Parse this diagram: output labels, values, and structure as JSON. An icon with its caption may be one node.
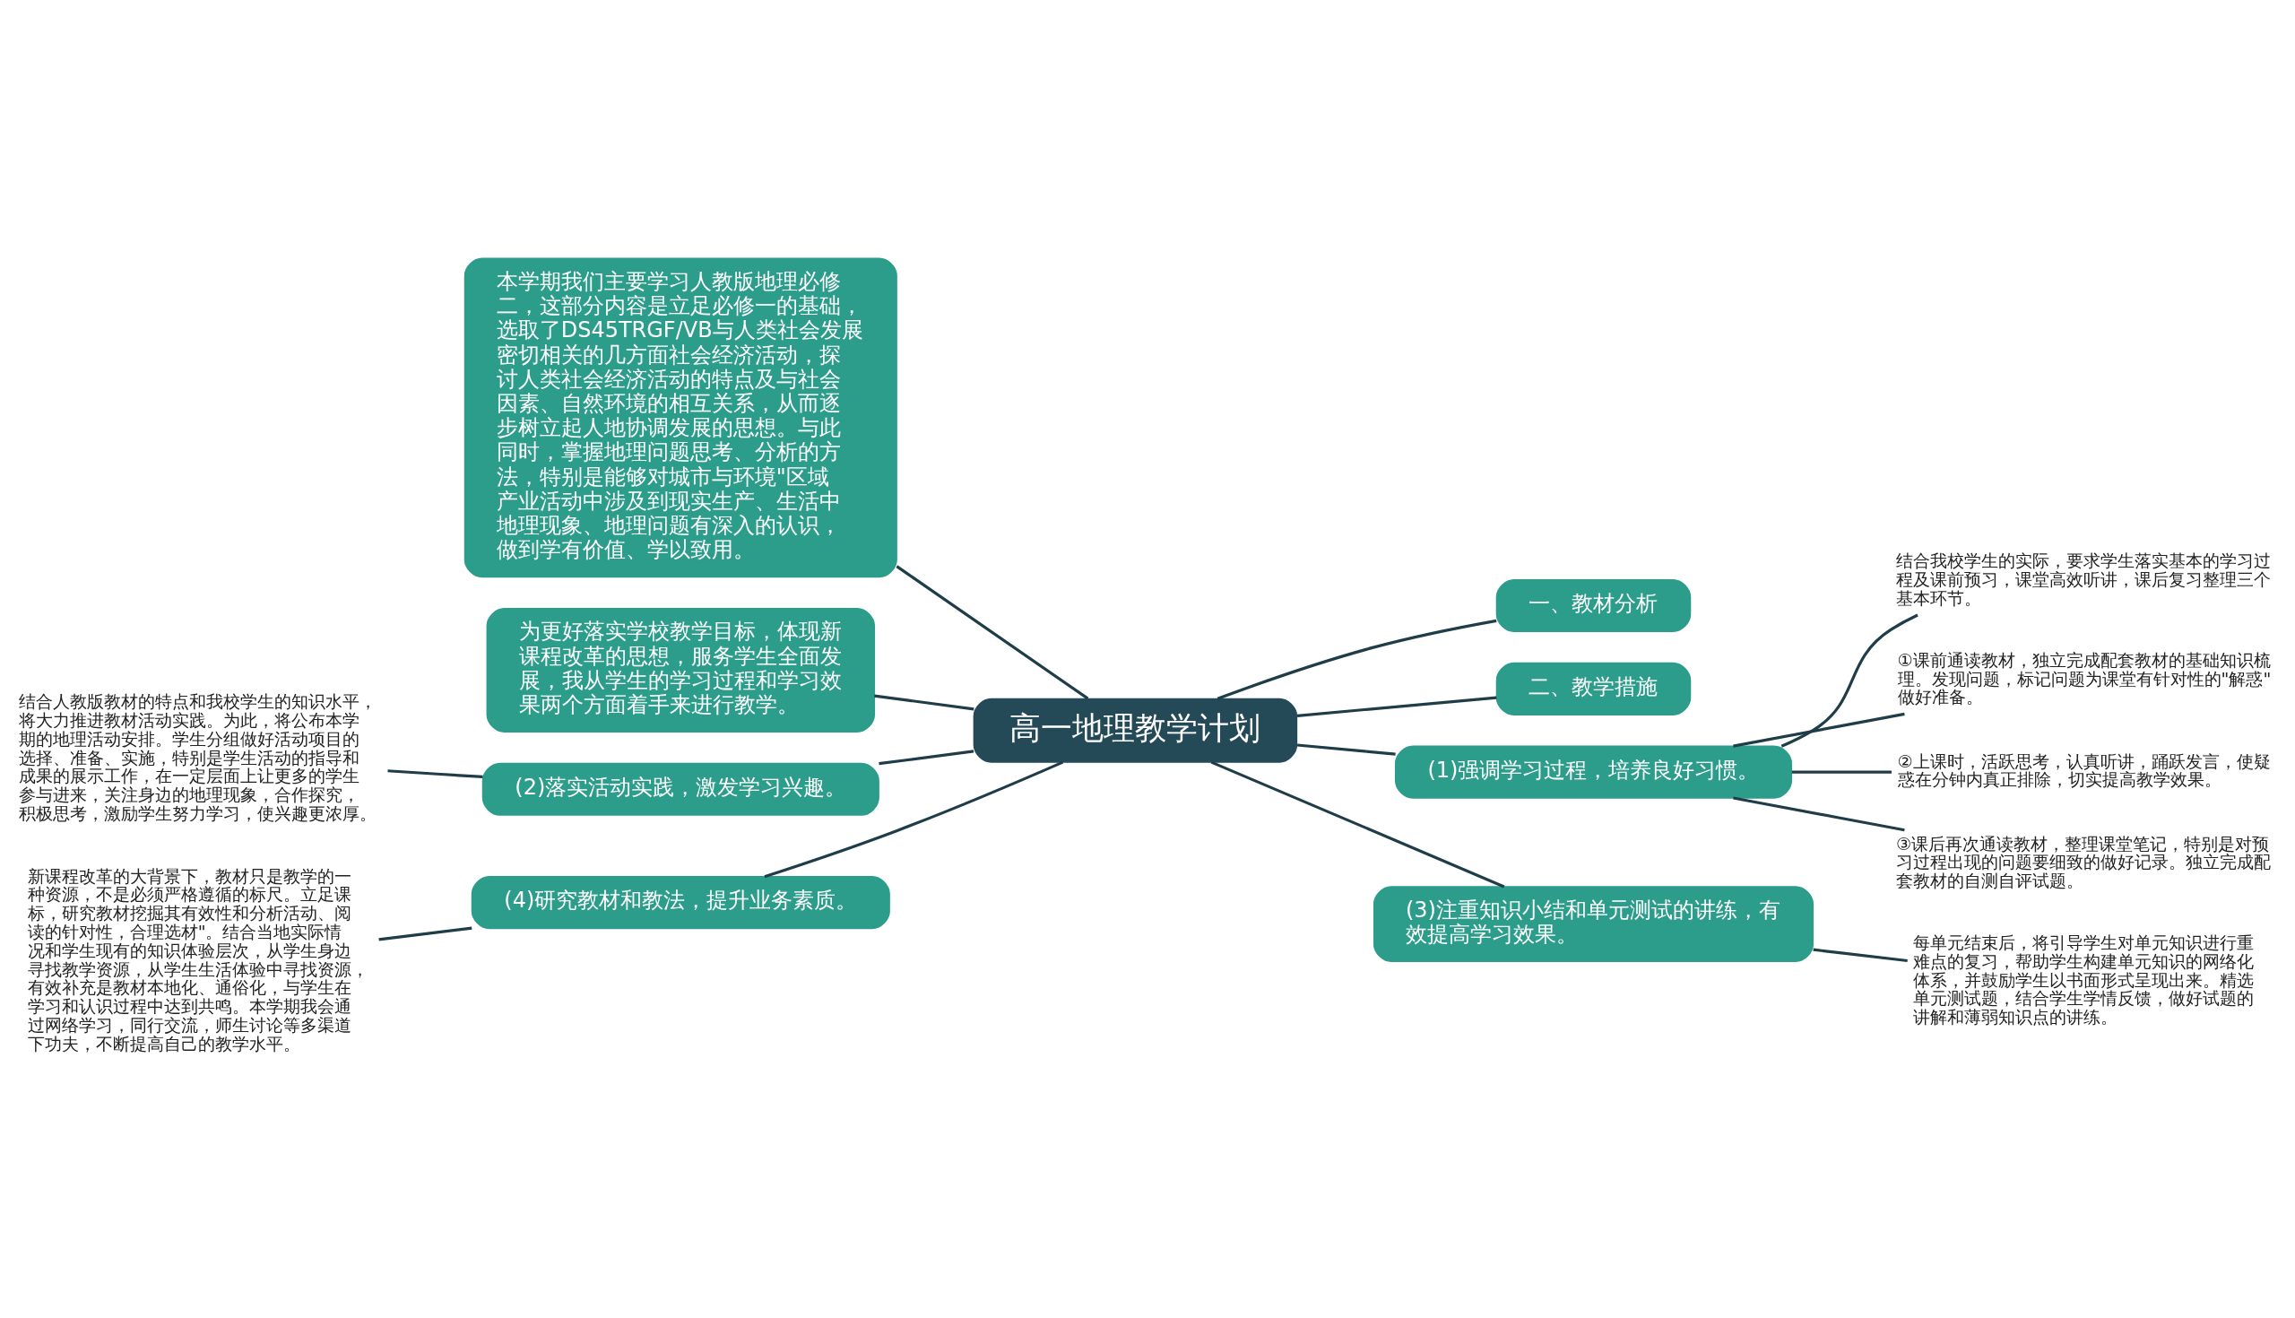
{
  "diagram": {
    "nodes": [
      {
        "text": [
          "高一地理教学计划"
        ]
      },
      {
        "text": [
          "本学期我们主要学习人教版地理必修二，这部分内容是立足必修一的基础，选取了DS45TRGF/VB与人类社会发展密切相关的几方面社会经济活动，探讨人类社会经济活动的特点及与社会因素、自然环境的相互关系，从而逐步树立起人地协调发展的思想。与此同时，掌握地理问题思考、分析的方法，特别是能够对城市与环境\"区域产业活动中涉及到现实生产、生活中地理现象、地理问题有深入的认识，做到学有价值、学以致用。"
        ]
      },
      {
        "text": [
          "为更好落实学校教学目标，体现新课程改革的思想，服务学生全面发展，我从学生的学习过程和学习效果两个方面着手来进行教学。"
        ]
      },
      {
        "text": [
          "一、教材分析"
        ]
      },
      {
        "text": [
          "二、教学措施"
        ]
      },
      {
        "text": [
          "(1)强调学习过程，培养良好习惯。"
        ]
      },
      {
        "text": [
          "结合我校学生的实际，要求学生落实基本的学习过程及课前预习，课堂高效听讲，课后复习整理三个基本环节。"
        ]
      },
      {
        "text": [
          "①课前通读教材，独立完成配套教材的基础知识梳理。发现问题，标记问题为课堂有针对性的\"解惑\"做好准备。"
        ]
      },
      {
        "text": [
          "②上课时，活跃思考，认真听讲，踊跃发言，使疑惑在分钟内真正排除，切实提高教学效果。"
        ]
      },
      {
        "text": [
          "③课后再次通读教材，整理课堂笔记，特别是对预习过程出现的问题要细致的做好记录。独立完成配套教材的自测自评试题。"
        ]
      },
      {
        "text": [
          "(2)落实活动实践，激发学习兴趣。"
        ]
      },
      {
        "text": [
          "结合人教版教材的特点和我校学生的知识水平，将大力推进教材活动实践。为此，将公布本学期的地理活动安排。学生分组做好活动项目的选择、准备、实施，特别是学生活动的指导和成果的展示工作，在一定层面上让更多的学生参与进来，关注身边的地理现象，合作探究，积极思考，激励学生努力学习，使兴趣更浓厚。"
        ]
      },
      {
        "text": [
          "(3)注重知识小结和单元测试的讲练，有效提高学习效果。"
        ]
      },
      {
        "text": [
          "每单元结束后，将引导学生对单元知识进行重难点的复习，帮助学生构建单元知识的网络化体系，并鼓励学生以书面形式呈现出来。精选单元测试题，结合学生学情反馈，做好试题的讲解和薄弱知识点的讲练。"
        ]
      },
      {
        "text": [
          "(4)研究教材和教法，提升业务素质。"
        ]
      },
      {
        "text": [
          "新课程改革的大背景下，教材只是教学的一种资源，不是必须严格遵循的标尺。立足课标，研究教材挖掘其有效性和分析活动、阅读的针对性，合理选材\"。结合当地实际情况和学生现有的知识体验层次，从学生身边寻找教学资源，从学生生活体验中寻找资源，有效补充是教材本地化、通俗化，与学生在学习和认识过程中达到共鸣。本学期我会通过网络学习，同行交流，师生讨论等多渠道下功夫，不断提高自己的教学水平。"
        ]
      }
    ],
    "edges": [
      {
        "from": 1,
        "to": 0,
        "arrow": "none"
      },
      {
        "from": 2,
        "to": 0,
        "arrow": "none"
      },
      {
        "from": 0,
        "to": 3,
        "arrow": "none"
      },
      {
        "from": 0,
        "to": 4,
        "arrow": "none"
      },
      {
        "from": 0,
        "to": 5,
        "arrow": "none"
      },
      {
        "from": 5,
        "to": 6,
        "arrow": "none"
      },
      {
        "from": 5,
        "to": 7,
        "arrow": "none"
      },
      {
        "from": 5,
        "to": 8,
        "arrow": "none"
      },
      {
        "from": 5,
        "to": 9,
        "arrow": "none"
      },
      {
        "from": 11,
        "to": 10,
        "arrow": "none"
      },
      {
        "from": 10,
        "to": 0,
        "arrow": "none"
      },
      {
        "from": 0,
        "to": 12,
        "arrow": "none"
      },
      {
        "from": 12,
        "to": 13,
        "arrow": "none"
      },
      {
        "from": 15,
        "to": 14,
        "arrow": "none"
      },
      {
        "from": 14,
        "to": 0,
        "arrow": "none"
      }
    ]
  }
}
